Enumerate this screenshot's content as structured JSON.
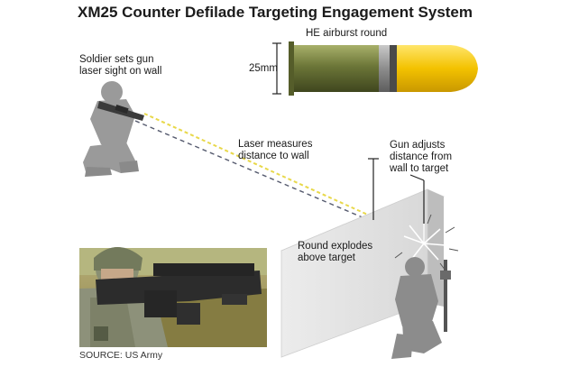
{
  "title": "XM25 Counter Defilade Targeting Engagement System",
  "labels": {
    "round": "HE airburst round",
    "caliber": "25mm",
    "soldier": "Soldier sets gun\nlaser sight on wall",
    "laser": "Laser measures\ndistance to wall",
    "gun_adjusts": "Gun adjusts\ndistance from\nwall to target",
    "explodes": "Round explodes\nabove target",
    "source": "SOURCE: US Army"
  },
  "colors": {
    "laser_yellow": "#e8d84a",
    "dashed_line": "#555a6e",
    "silhouette": "#9a9a9a",
    "round_tip": "#f4c400",
    "casing": "#6f7a3e"
  }
}
